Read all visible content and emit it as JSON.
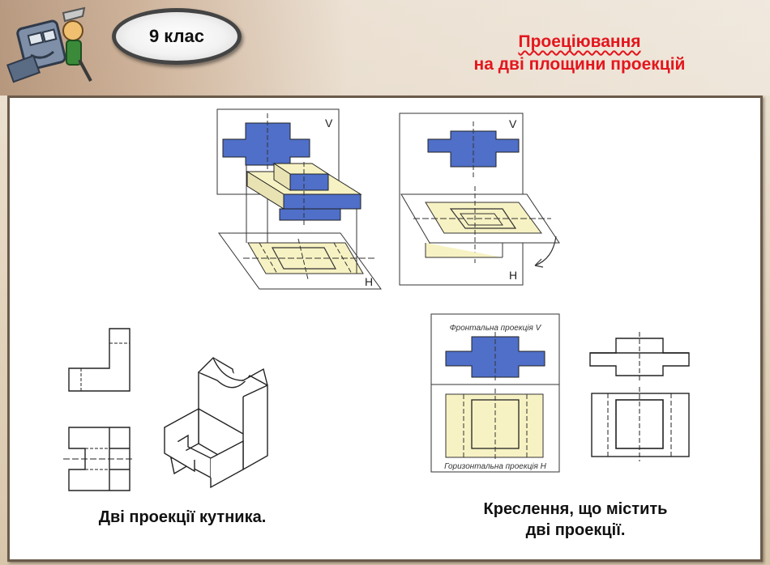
{
  "header": {
    "grade_badge": "9 клас",
    "title_line1": "Проеціювання",
    "title_line2": "на дві площини проекцій"
  },
  "figures": {
    "plane_v_label": "V",
    "plane_h_label": "H",
    "frontal_projection_label": "Фронтальна проекція V",
    "horizontal_projection_label": "Горизонтальна проекція H"
  },
  "captions": {
    "left": "Дві проекції кутника.",
    "right_line1": "Креслення, що містить",
    "right_line2": "дві проекції."
  },
  "colors": {
    "title_red": "#e4161d",
    "projection_blue": "#4f6fc8",
    "projection_cream": "#f7f2c3"
  },
  "icons": {
    "logo": "robot-mechanic-icon",
    "rotation_arrow": "curved-arrow-icon"
  }
}
